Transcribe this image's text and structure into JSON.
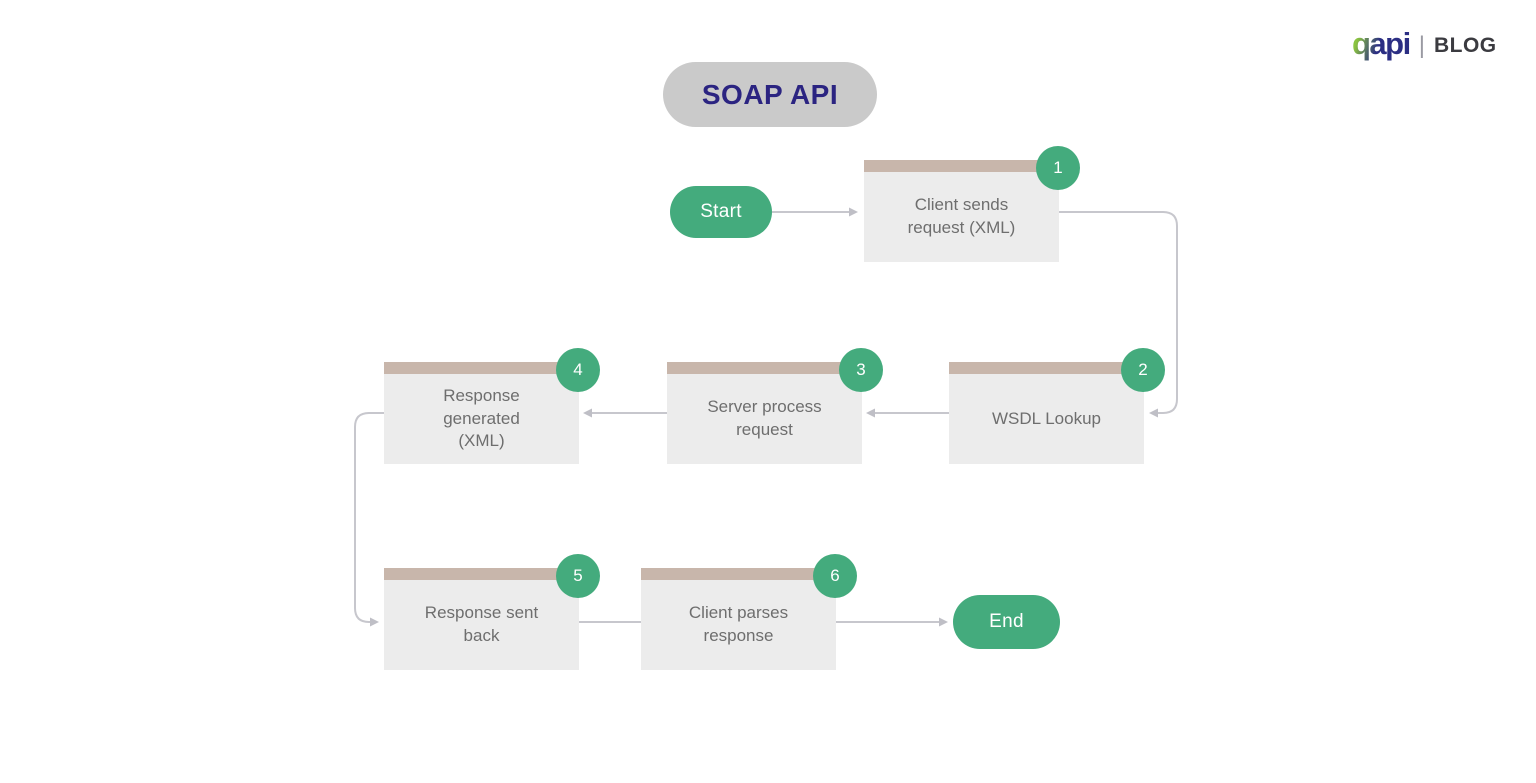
{
  "header": {
    "logo": {
      "brand": "qapi",
      "divider": "|",
      "suffix": "BLOG"
    }
  },
  "title": {
    "label": "SOAP API"
  },
  "flow": {
    "start_label": "Start",
    "end_label": "End",
    "steps": [
      {
        "number": "1",
        "label": "Client sends\nrequest (XML)"
      },
      {
        "number": "2",
        "label": "WSDL Lookup"
      },
      {
        "number": "3",
        "label": "Server process\nrequest"
      },
      {
        "number": "4",
        "label": "Response\ngenerated\n(XML)"
      },
      {
        "number": "5",
        "label": "Response sent\nback"
      },
      {
        "number": "6",
        "label": "Client parses\nresponse"
      }
    ]
  },
  "colors": {
    "accent_green": "#44ab7d",
    "bar_tan": "#c8b6ab",
    "box_bg": "#ececec",
    "box_text": "#6e6e6e",
    "connector": "#c7c7cd",
    "title_bg": "#cacaca",
    "title_text": "#2b2481",
    "logo_navy": "#2b2e83",
    "logo_green": "#8dc63f",
    "logo_suffix_text": "#3b3b40",
    "background": "#ffffff"
  }
}
